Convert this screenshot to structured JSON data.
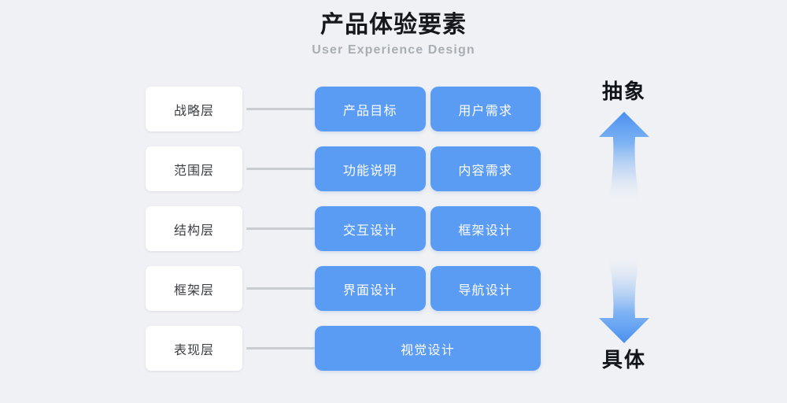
{
  "header": {
    "title": "产品体验要素",
    "subtitle": "User Experience Design"
  },
  "colors": {
    "background": "#eff1f5",
    "accent_blue": "#5a9bf4",
    "card_white": "#ffffff",
    "connector_gray": "#c9ccd1",
    "title_black": "#16181c",
    "subtitle_gray": "#a9adb4",
    "layer_text": "#3b3f45"
  },
  "rows": [
    {
      "layer": "战略层",
      "cards": [
        "产品目标",
        "用户需求"
      ]
    },
    {
      "layer": "范围层",
      "cards": [
        "功能说明",
        "内容需求"
      ]
    },
    {
      "layer": "结构层",
      "cards": [
        "交互设计",
        "框架设计"
      ]
    },
    {
      "layer": "框架层",
      "cards": [
        "界面设计",
        "导航设计"
      ]
    },
    {
      "layer": "表现层",
      "cards": [
        "视觉设计"
      ]
    }
  ],
  "axis": {
    "top_label": "抽象",
    "bottom_label": "具体",
    "up_icon": "arrow-up-icon",
    "down_icon": "arrow-down-icon"
  }
}
